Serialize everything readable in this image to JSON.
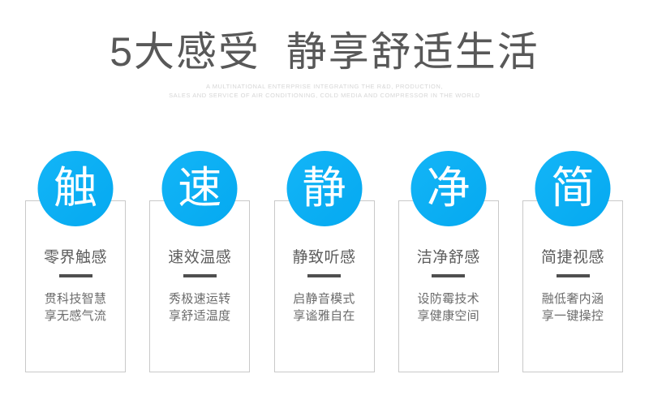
{
  "header": {
    "title": "5大感受  静享舒适生活",
    "subtitle_lines": [
      "A MULTINATIONAL ENTERPRISE INTEGRATING THE R&D, PRODUCTION,",
      "SALES AND SERVICE OF AIR CONDITIONING, COLD MEDIA AND COMPRESSOR IN THE WORLD"
    ]
  },
  "theme": {
    "accent": "#0aaef5",
    "title_color": "#585858",
    "card_title_color": "#5d5d5d",
    "card_desc_color": "#6b6b6b",
    "card_border": "#c9c9c9",
    "divider_color": "#4f4f4f",
    "background": "#ffffff"
  },
  "cards": [
    {
      "badge": "触",
      "title": "零界触感",
      "desc_lines": [
        "贯科技智慧",
        "享无感气流"
      ]
    },
    {
      "badge": "速",
      "title": "速效温感",
      "desc_lines": [
        "秀极速运转",
        "享舒适温度"
      ]
    },
    {
      "badge": "静",
      "title": "静致听感",
      "desc_lines": [
        "启静音模式",
        "享谧雅自在"
      ]
    },
    {
      "badge": "净",
      "title": "洁净舒感",
      "desc_lines": [
        "设防霉技术",
        "享健康空间"
      ]
    },
    {
      "badge": "简",
      "title": "简捷视感",
      "desc_lines": [
        "融低奢内涵",
        "享一键操控"
      ]
    }
  ]
}
